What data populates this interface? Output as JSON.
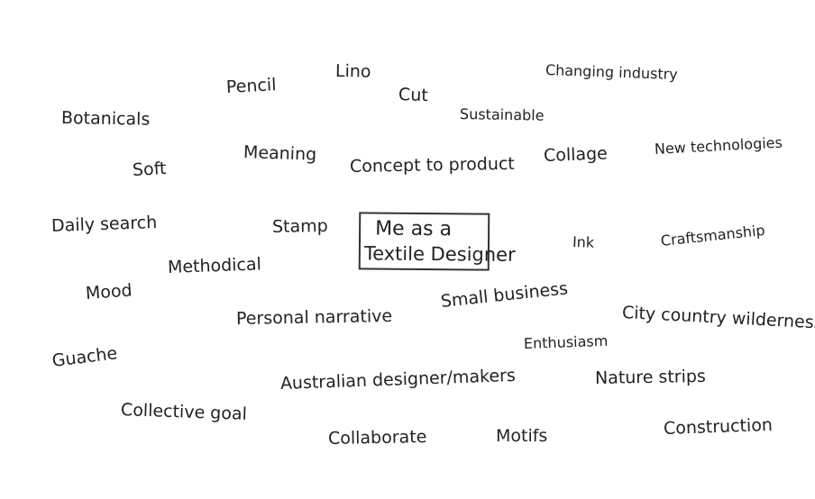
{
  "center": {
    "line1": "Me as a",
    "line2": "Textile Designer"
  },
  "words": [
    "Botanicals",
    "Pencil",
    "Lino",
    "Cut",
    "Changing industry",
    "Sustainable",
    "Soft",
    "Meaning",
    "Concept to product",
    "Collage",
    "New technologies",
    "Daily search",
    "Stamp",
    "Ink",
    "Craftsmanship",
    "Methodical",
    "Mood",
    "Personal narrative",
    "Small business",
    "City country wilderness",
    "Enthusiasm",
    "Guache",
    "Australian designer/makers",
    "Nature strips",
    "Collective goal",
    "Collaborate",
    "Motifs",
    "Construction"
  ]
}
